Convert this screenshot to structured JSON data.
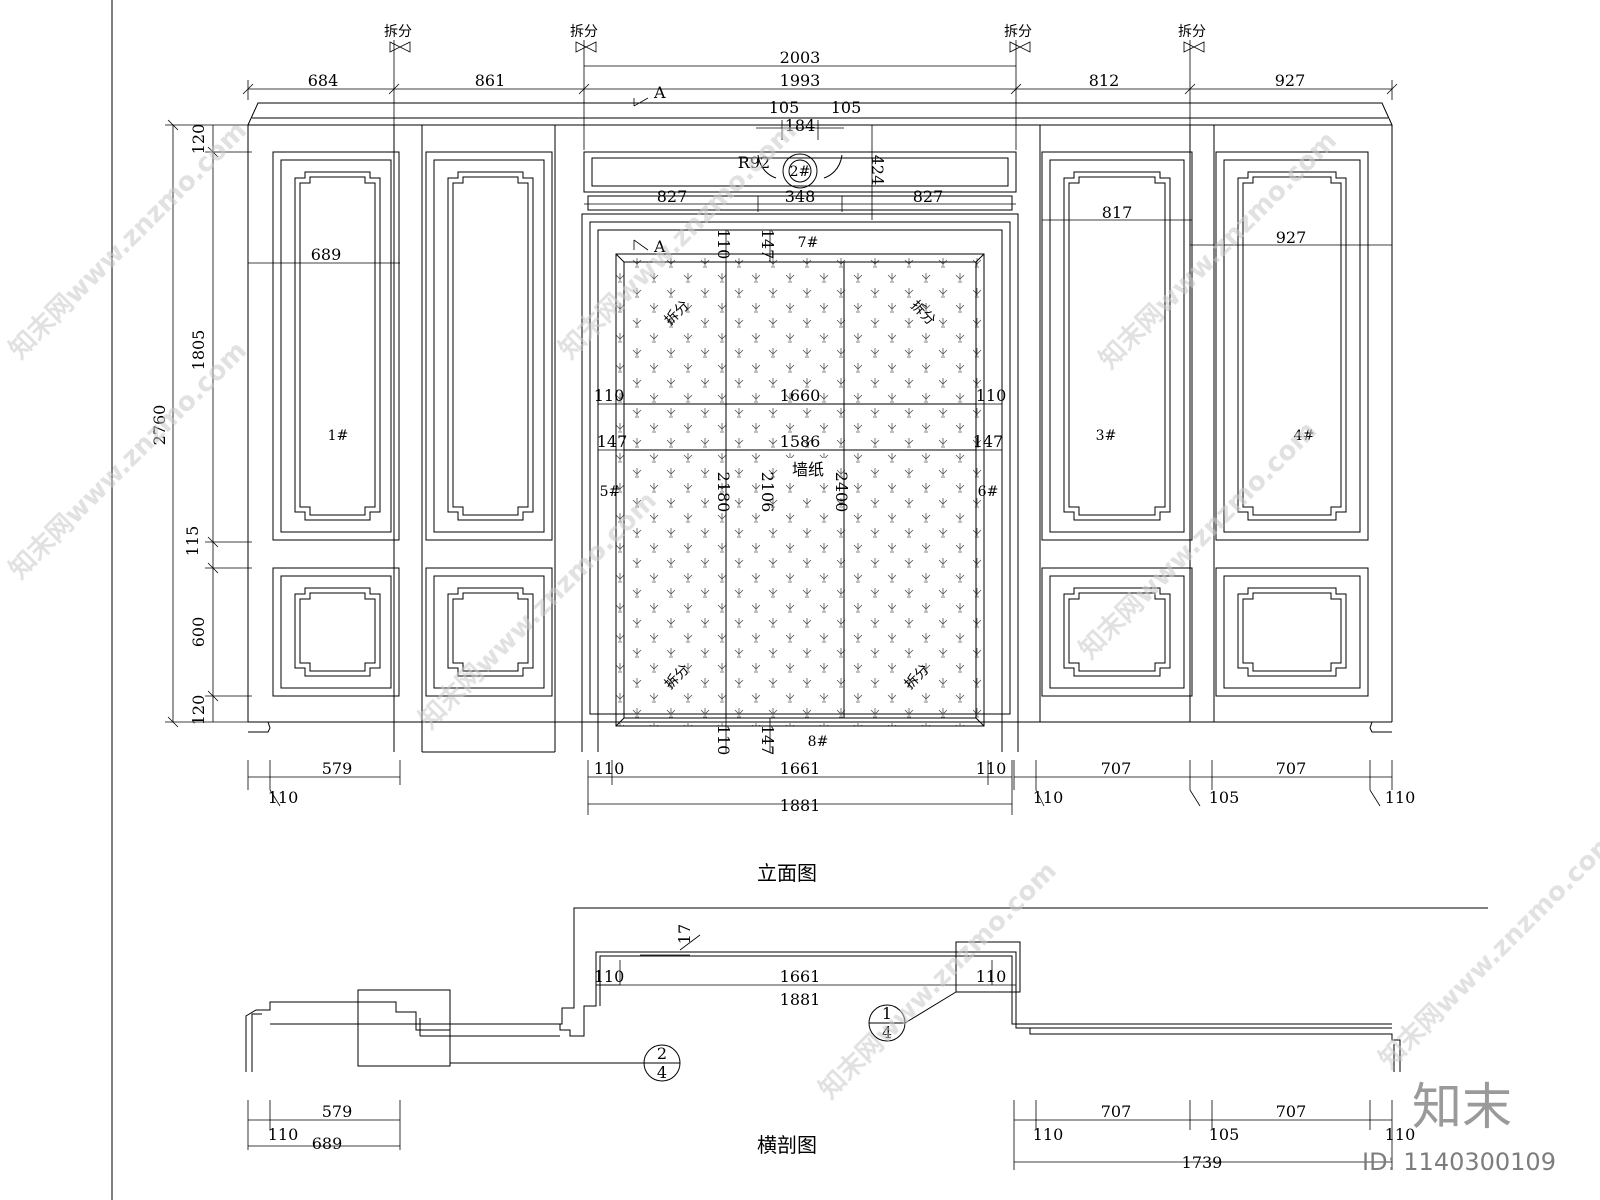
{
  "split_label": "拆分",
  "section_mark": "A",
  "top_dims": {
    "d2003": "2003",
    "d1993": "1993",
    "d684": "684",
    "d861": "861",
    "d812": "812",
    "d927": "927",
    "d105a": "105",
    "d105b": "105",
    "d184": "184",
    "r92": "R92",
    "ref2": "2#",
    "d424": "424",
    "d827a": "827",
    "d348": "348",
    "d827b": "827"
  },
  "inner_dims": {
    "d689": "689",
    "d817": "817",
    "d927r": "927",
    "d110_top": "110",
    "d147_top": "147",
    "d110_l": "110",
    "d1660": "1660",
    "d110_r": "110",
    "d147_l": "147",
    "d1586": "1586",
    "d147_r": "147",
    "d2180": "2180",
    "d2106": "2106",
    "d2400": "2400",
    "d110_bot": "110",
    "d147_bot": "147"
  },
  "panel_labels": {
    "p1": "1#",
    "p3": "3#",
    "p4": "4#",
    "p5": "5#",
    "p6": "6#",
    "p7": "7#",
    "p8": "8#",
    "wallpaper": "墙纸"
  },
  "left_dims": {
    "d120a": "120",
    "d1805": "1805",
    "d2760": "2760",
    "d115": "115",
    "d600": "600",
    "d120b": "120"
  },
  "bottom_dims": {
    "d579": "579",
    "d110a": "110",
    "d110b": "110",
    "d1661": "1661",
    "d110c": "110",
    "d1881": "1881",
    "d110d": "110",
    "d707a": "707",
    "d105": "105",
    "d707b": "707",
    "d110e": "110"
  },
  "elevation_title": "立面图",
  "section": {
    "d17": "17",
    "d110a": "110",
    "d1661": "1661",
    "d110b": "110",
    "d1881": "1881",
    "callout1_top": "1",
    "callout1_bot": "4",
    "callout2_top": "2",
    "callout2_bot": "4",
    "d579": "579",
    "d110c": "110",
    "d689": "689",
    "d707a": "707",
    "d707b": "707",
    "d110d": "110",
    "d105": "105",
    "d110e": "110",
    "d1739": "1739"
  },
  "section_title": "横剖图",
  "watermark": "知末网www.znzmo.com",
  "brand_logo": "知末",
  "id_text": "ID: 1140300109"
}
